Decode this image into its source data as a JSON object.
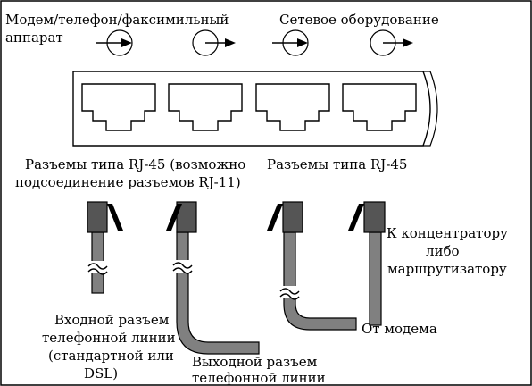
{
  "labels": {
    "modem_phone_fax_line1": "Модем/телефон/факсимильный",
    "modem_phone_fax_line2": "аппарат",
    "network_equipment": "Сетевое оборудование",
    "rj45_left_line1": "Разъемы типа RJ-45 (возможно",
    "rj45_left_line2": "подсоединение разъемов RJ-11)",
    "rj45_right": "Разъемы типа RJ-45",
    "phone_in_line1": "Входной разъем",
    "phone_in_line2": "телефонной линии",
    "phone_in_line3": "(стандартной или",
    "phone_in_line4": "DSL)",
    "phone_out_line1": "Выходной разъем",
    "phone_out_line2": "телефонной линии",
    "from_modem": "От модема",
    "to_hub_line1": "К концентратору",
    "to_hub_line2": "либо",
    "to_hub_line3": "маршрутизатору"
  },
  "ports": [
    {
      "id": "port-1",
      "icon": "arrow-in-circle-icon",
      "direction": "in"
    },
    {
      "id": "port-2",
      "icon": "arrow-out-circle-icon",
      "direction": "out"
    },
    {
      "id": "port-3",
      "icon": "arrow-in-circle-icon",
      "direction": "in"
    },
    {
      "id": "port-4",
      "icon": "arrow-out-circle-icon",
      "direction": "out"
    }
  ],
  "colors": {
    "line": "#000000",
    "cable_fill": "#808080",
    "plug_fill": "#555555",
    "background": "#ffffff"
  }
}
